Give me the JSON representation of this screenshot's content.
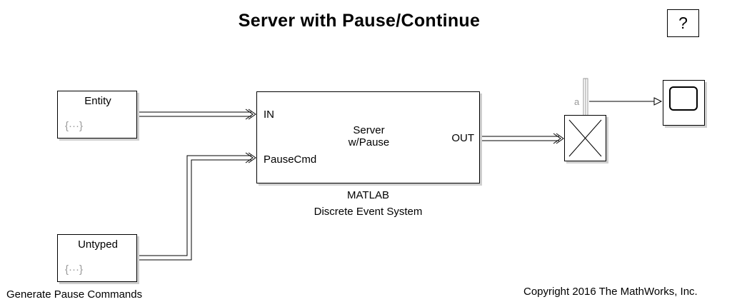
{
  "title": "Server with Pause/Continue",
  "help_label": "?",
  "entity_block": {
    "label": "Entity",
    "glyph": "{···}"
  },
  "untyped_block": {
    "label": "Untyped",
    "glyph": "{···}",
    "caption": "Generate Pause Commands"
  },
  "server_block": {
    "ports_in": [
      "IN",
      "PauseCmd"
    ],
    "port_out": "OUT",
    "name": "Server\nw/Pause",
    "caption_line1": "MATLAB",
    "caption_line2": "Discrete Event System"
  },
  "sink_block": {
    "port_label": "a"
  },
  "copyright": "Copyright 2016 The MathWorks, Inc.",
  "colors": {
    "line": "#000000",
    "shadow": "#cfcfcf",
    "gray_text": "#9a9a9a"
  }
}
